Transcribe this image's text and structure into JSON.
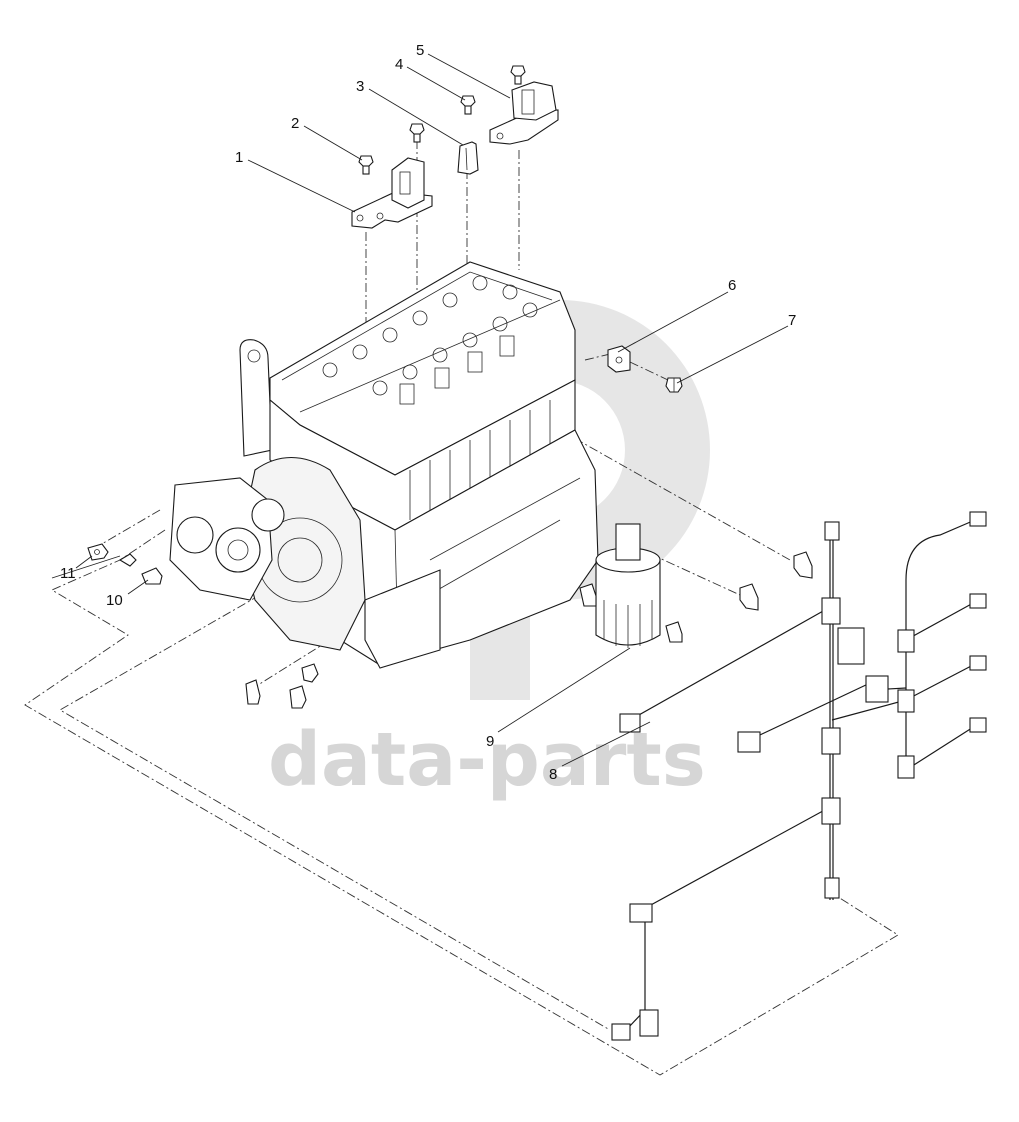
{
  "watermark": {
    "text": "data-parts",
    "color": "#d6d6d6"
  },
  "callouts": [
    {
      "id": "1",
      "label": "1"
    },
    {
      "id": "2",
      "label": "2"
    },
    {
      "id": "3",
      "label": "3"
    },
    {
      "id": "4",
      "label": "4"
    },
    {
      "id": "5",
      "label": "5"
    },
    {
      "id": "6",
      "label": "6"
    },
    {
      "id": "7",
      "label": "7"
    },
    {
      "id": "8",
      "label": "8"
    },
    {
      "id": "9",
      "label": "9"
    },
    {
      "id": "10",
      "label": "10"
    },
    {
      "id": "11",
      "label": "11"
    }
  ],
  "parts": [
    {
      "callout": "1",
      "name": "bracket"
    },
    {
      "callout": "2",
      "name": "bolt"
    },
    {
      "callout": "3",
      "name": "bracket"
    },
    {
      "callout": "4",
      "name": "bolt"
    },
    {
      "callout": "5",
      "name": "bracket"
    },
    {
      "callout": "6",
      "name": "clip"
    },
    {
      "callout": "7",
      "name": "bolt"
    },
    {
      "callout": "8",
      "name": "wiring-harness"
    },
    {
      "callout": "9",
      "name": "bracket"
    },
    {
      "callout": "10",
      "name": "clip"
    },
    {
      "callout": "11",
      "name": "clip"
    }
  ]
}
